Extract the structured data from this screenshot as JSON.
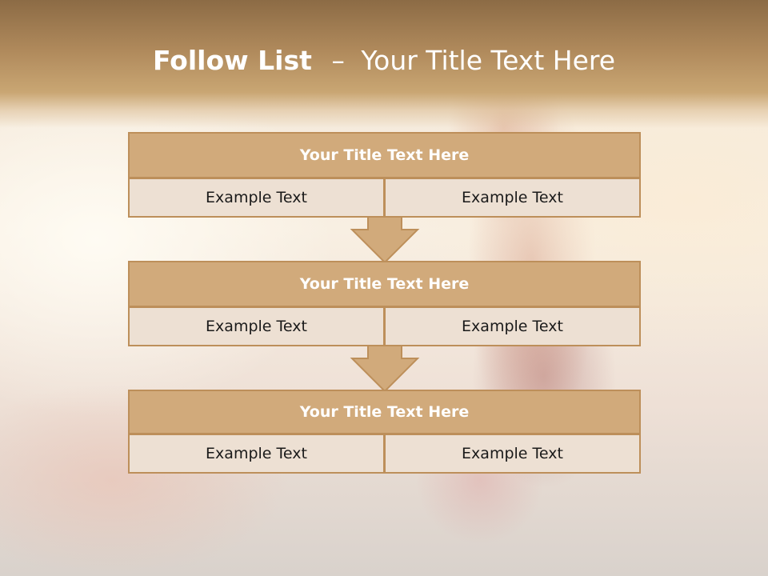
{
  "slide": {
    "title_bold": "Follow List",
    "title_separator": "–",
    "title_rest": "Your Title Text Here"
  },
  "steps": [
    {
      "title": "Your Title Text Here",
      "left_text": "Example Text",
      "right_text": "Example Text"
    },
    {
      "title": "Your Title Text Here",
      "left_text": "Example Text",
      "right_text": "Example Text"
    },
    {
      "title": "Your Title Text Here",
      "left_text": "Example Text",
      "right_text": "Example Text"
    }
  ],
  "colors": {
    "header_band": "#b08a5c",
    "box_title_fill": "#d1aa7b",
    "box_border": "#bd8f5a",
    "cell_fill": "#ede0d3",
    "arrow_fill": "#d1aa7b"
  }
}
